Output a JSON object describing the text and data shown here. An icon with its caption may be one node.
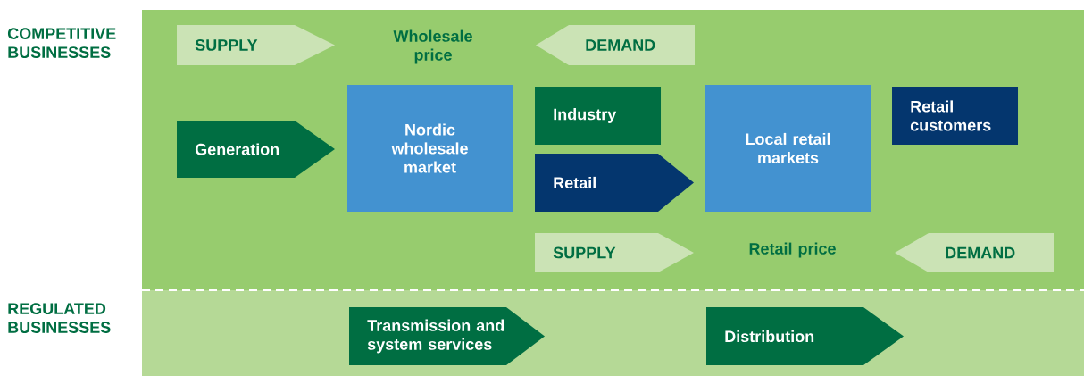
{
  "diagram": {
    "nodes": [
      {
        "text": [
          "SUPPLY"
        ]
      },
      {
        "text": [
          "Wholesale price"
        ]
      },
      {
        "text": [
          "DEMAND"
        ]
      },
      {
        "text": [
          "Generation"
        ]
      },
      {
        "text": [
          "Nordic wholesale market"
        ]
      },
      {
        "text": [
          "Industry"
        ]
      },
      {
        "text": [
          "Retail"
        ]
      },
      {
        "text": [
          "Local retail markets"
        ]
      },
      {
        "text": [
          "Retail customers"
        ]
      },
      {
        "text": [
          "SUPPLY"
        ]
      },
      {
        "text": [
          "Retail price"
        ]
      },
      {
        "text": [
          "DEMAND"
        ]
      },
      {
        "text": [
          "Transmission and system services"
        ]
      },
      {
        "text": [
          "Distribution"
        ]
      }
    ],
    "labels": [
      "COMPETITIVE BUSINESSES",
      "REGULATED BUSINESSES"
    ]
  }
}
